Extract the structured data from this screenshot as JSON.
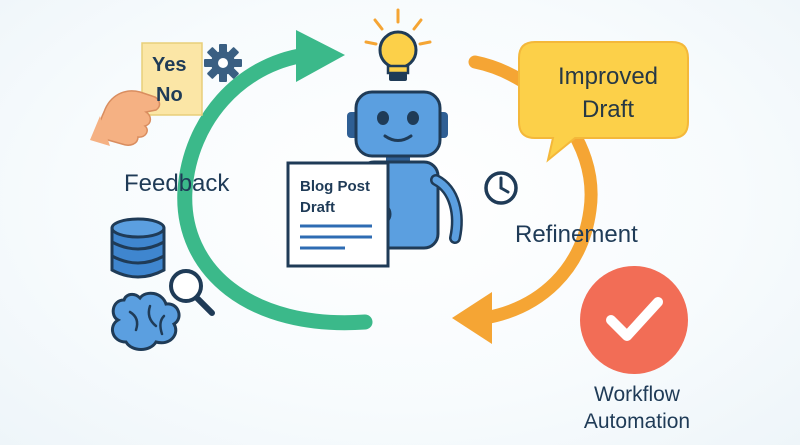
{
  "diagram": {
    "feedback_label": "Feedback",
    "refinement_label": "Refinement",
    "workflow_label": "Workflow Automation",
    "note_yes": "Yes",
    "note_no": "No",
    "draft_title": "Blog Post Draft",
    "bubble_text": "Improved Draft"
  },
  "colors": {
    "feedback_arrow": "#3bb98a",
    "refinement_arrow": "#f5a534",
    "bubble": "#fcd049",
    "check_circle": "#f26d56",
    "robot": "#5b9fe0",
    "text": "#1f3b57"
  },
  "icons": [
    "lightbulb-icon",
    "gear-icon",
    "database-icon",
    "brain-icon",
    "magnifier-icon",
    "clock-icon",
    "checkmark-icon",
    "hand-icon",
    "robot-icon"
  ]
}
